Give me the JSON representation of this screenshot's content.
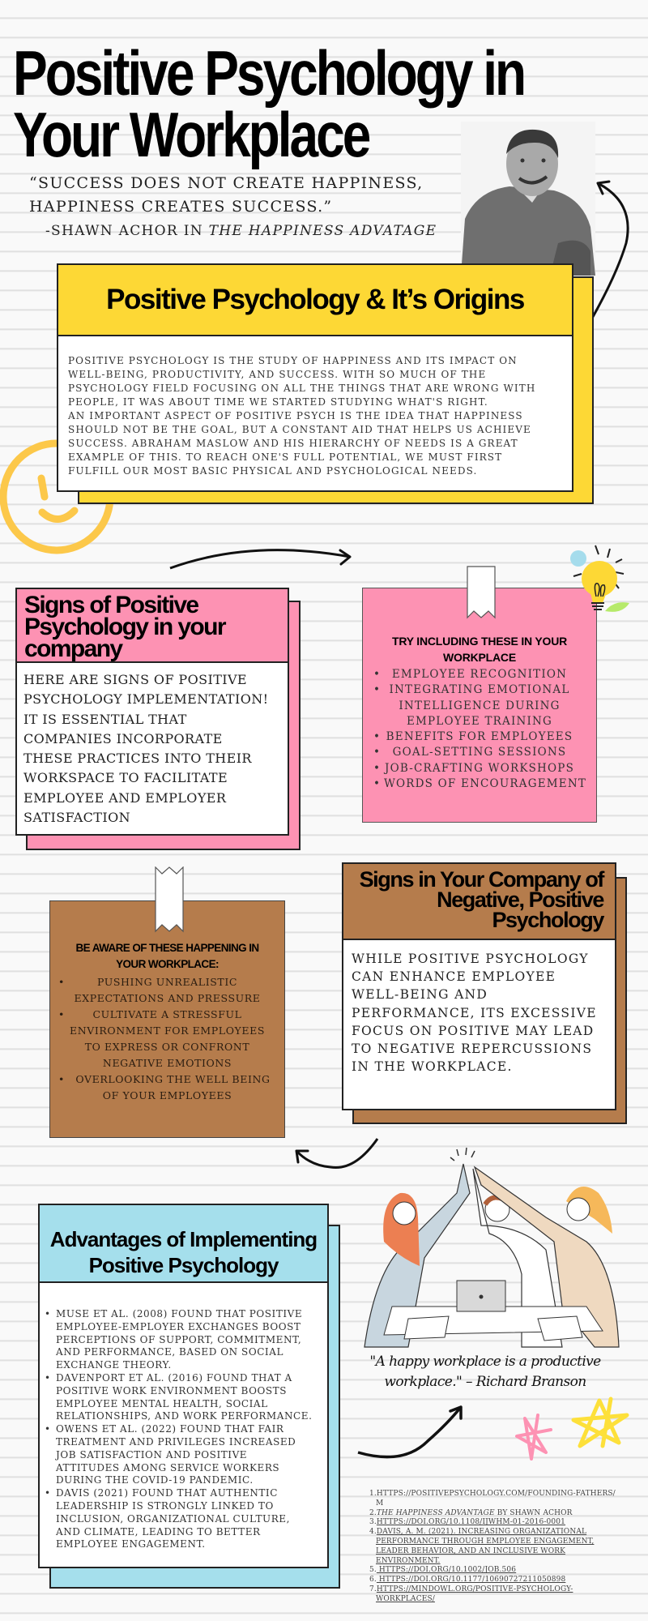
{
  "header": {
    "title_line1": "Positive Psychology in",
    "title_line2": "Your Workplace"
  },
  "quote": {
    "line1": "“SUCCESS DOES NOT CREATE HAPPINESS,",
    "line2": "HAPPINESS CREATES SUCCESS.”",
    "attribution_prefix": "-SHAWN ACHOR IN ",
    "attribution_book": "THE HAPPINESS ADVATAGE"
  },
  "origins": {
    "heading": "Positive Psychology & It’s Origins",
    "lines": [
      "POSITIVE PSYCHOLOGY IS THE STUDY OF HAPPINESS AND ITS IMPACT ON",
      "WELL-BEING, PRODUCTIVITY, AND SUCCESS. WITH SO MUCH OF THE",
      "PSYCHOLOGY FIELD FOCUSING ON ALL THE THINGS THAT ARE WRONG WITH",
      "PEOPLE, IT WAS ABOUT TIME WE STARTED STUDYING WHAT'S RIGHT.",
      "AN IMPORTANT ASPECT OF POSITIVE PSYCH IS THE IDEA THAT HAPPINESS",
      "SHOULD NOT BE THE GOAL, BUT A CONSTANT AID THAT HELPS US ACHIEVE",
      "SUCCESS. ABRAHAM MASLOW AND HIS HIERARCHY OF NEEDS IS A GREAT",
      "EXAMPLE OF THIS. TO REACH ONE'S FULL POTENTIAL, WE MUST FIRST",
      "FULFILL OUR MOST BASIC PHYSICAL AND PSYCHOLOGICAL NEEDS."
    ]
  },
  "signs_positive": {
    "heading_lines": [
      "Signs of Positive",
      "Psychology in your",
      "company"
    ],
    "lines": [
      "HERE ARE SIGNS OF POSITIVE",
      "PSYCHOLOGY IMPLEMENTATION!",
      "IT IS ESSENTIAL THAT",
      "COMPANIES INCORPORATE",
      "THESE PRACTICES INTO THEIR",
      "WORKSPACE TO FACILITATE",
      "EMPLOYEE AND EMPLOYER",
      "SATISFACTION"
    ]
  },
  "try_including": {
    "heading_lines": [
      "TRY INCLUDING THESE IN YOUR",
      "WORKPLACE"
    ],
    "items": [
      [
        "EMPLOYEE RECOGNITION"
      ],
      [
        "INTEGRATING EMOTIONAL",
        "INTELLIGENCE DURING",
        "EMPLOYEE TRAINING"
      ],
      [
        "BENEFITS FOR EMPLOYEES"
      ],
      [
        "GOAL-SETTING SESSIONS"
      ],
      [
        "JOB-CRAFTING WORKSHOPS"
      ],
      [
        "WORDS OF ENCOURAGEMENT"
      ]
    ]
  },
  "be_aware": {
    "heading_lines": [
      "BE AWARE OF THESE HAPPENING IN",
      "YOUR WORKPLACE:"
    ],
    "items": [
      [
        "PUSHING UNREALISTIC",
        "EXPECTATIONS AND PRESSURE"
      ],
      [
        "CULTIVATE A STRESSFUL",
        "ENVIRONMENT FOR EMPLOYEES",
        "TO EXPRESS OR CONFRONT",
        "NEGATIVE EMOTIONS"
      ],
      [
        "OVERLOOKING THE WELL BEING",
        "OF YOUR EMPLOYEES"
      ]
    ]
  },
  "signs_negative": {
    "heading_lines": [
      "Signs in Your Company of",
      "Negative, Positive",
      "Psychology"
    ],
    "lines": [
      "WHILE POSITIVE PSYCHOLOGY",
      "CAN ENHANCE EMPLOYEE",
      "WELL-BEING AND",
      "PERFORMANCE, ITS EXCESSIVE",
      "FOCUS ON POSITIVE MAY LEAD",
      "TO NEGATIVE REPERCUSSIONS",
      "IN THE WORKPLACE."
    ]
  },
  "advantages": {
    "heading_lines": [
      "Advantages of Implementing",
      "Positive Psychology"
    ],
    "items": [
      [
        "MUSE ET AL. (2008) FOUND THAT POSITIVE",
        "EMPLOYEE-EMPLOYER EXCHANGES BOOST",
        "PERCEPTIONS OF SUPPORT, COMMITMENT,",
        "AND PERFORMANCE, BASED ON SOCIAL",
        "EXCHANGE THEORY."
      ],
      [
        "DAVENPORT ET AL. (2016) FOUND THAT A",
        "POSITIVE WORK ENVIRONMENT BOOSTS",
        "EMPLOYEE MENTAL HEALTH, SOCIAL",
        "RELATIONSHIPS, AND WORK PERFORMANCE."
      ],
      [
        "OWENS ET AL. (2022) FOUND THAT FAIR",
        "TREATMENT AND PRIVILEGES INCREASED",
        "JOB SATISFACTION AND POSITIVE",
        "ATTITUDES AMONG SERVICE WORKERS",
        "DURING THE COVID-19 PANDEMIC."
      ],
      [
        "DAVIS (2021) FOUND THAT AUTHENTIC",
        "LEADERSHIP IS STRONGLY LINKED TO",
        "INCLUSION, ORGANIZATIONAL CULTURE,",
        "AND CLIMATE, LEADING TO BETTER",
        "EMPLOYEE ENGAGEMENT."
      ]
    ]
  },
  "branson_quote": {
    "line1": "\"A happy workplace is a productive",
    "line2": "workplace.\" – Richard Branson"
  },
  "references": [
    {
      "num": "1.",
      "lines": [
        "HTTPS://POSITIVEPSYCHOLOGY.COM/FOUNDING-FATHERS/",
        "M"
      ],
      "link": false
    },
    {
      "num": "2.",
      "italic": "THE HAPPINESS ADVANTAGE",
      "rest": " BY SHAWN ACHOR"
    },
    {
      "num": "3.",
      "lines": [
        "HTTPS://DOI.ORG/10.1108/IJWHM-01-2016-0001"
      ],
      "link": true
    },
    {
      "num": "4.",
      "lines": [
        "DAVIS, A. M. (2021). INCREASING ORGANIZATIONAL",
        "PERFORMANCE THROUGH EMPLOYEE ENGAGEMENT,",
        "LEADER BEHAVIOR, AND AN INCLUSIVE WORK",
        "ENVIRONMENT."
      ],
      "link": true
    },
    {
      "num": "5.",
      "lines": [
        " HTTPS://DOI.ORG/10.1002/JOB.506"
      ],
      "link": true
    },
    {
      "num": "6.",
      "lines": [
        " HTTPS://DOI.ORG/10.1177/10690727211050898 "
      ],
      "link": true
    },
    {
      "num": "7.",
      "lines": [
        "HTTPS://MINDOWL.ORG/POSITIVE-PSYCHOLOGY-",
        "WORKPLACES/"
      ],
      "link": true
    }
  ],
  "colors": {
    "yellow": "#fdd835",
    "pink": "#fd92b3",
    "brown": "#b57c4c",
    "blue": "#a5dfec",
    "smiley": "#fcc84a"
  }
}
